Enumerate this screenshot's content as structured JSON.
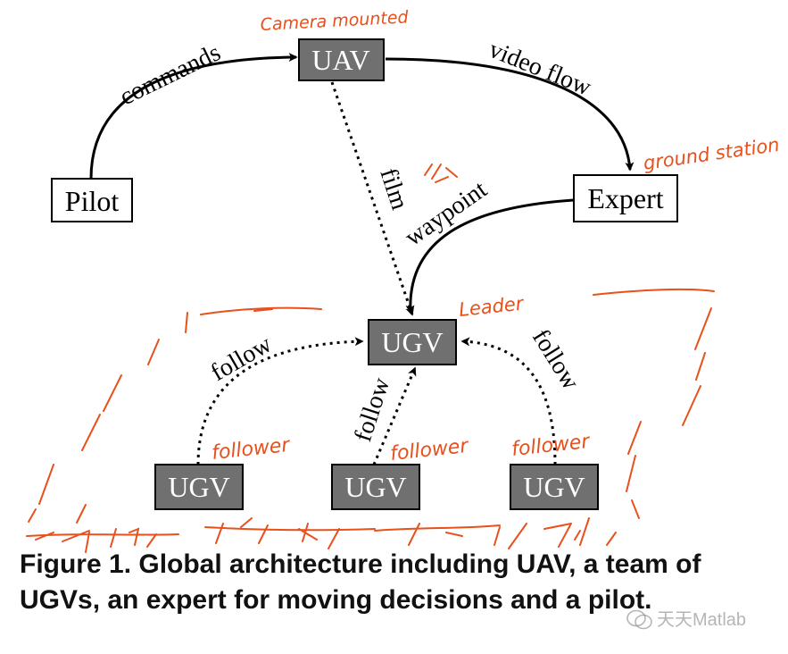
{
  "nodes": {
    "uav": "UAV",
    "pilot": "Pilot",
    "expert": "Expert",
    "ugv_leader": "UGV",
    "ugv_left": "UGV",
    "ugv_middle": "UGV",
    "ugv_right": "UGV"
  },
  "edges": {
    "commands": "commands",
    "video_flow": "video flow",
    "film": "film",
    "waypoint": "waypoint",
    "follow_left": "follow",
    "follow_middle": "follow",
    "follow_right": "follow"
  },
  "annotations": {
    "camera_mounted": "Camera mounted",
    "ground_station": "ground station",
    "leader": "Leader",
    "follower_left": "follower",
    "follower_middle": "follower",
    "follower_right": "follower"
  },
  "caption": "Figure 1.  Global architecture including UAV, a team of UGVs, an expert for moving decisions and a pilot.",
  "watermark": "天天Matlab",
  "colors": {
    "dark_node_fill": "#707070",
    "annotation": "#e8501c",
    "edge": "#000000"
  }
}
